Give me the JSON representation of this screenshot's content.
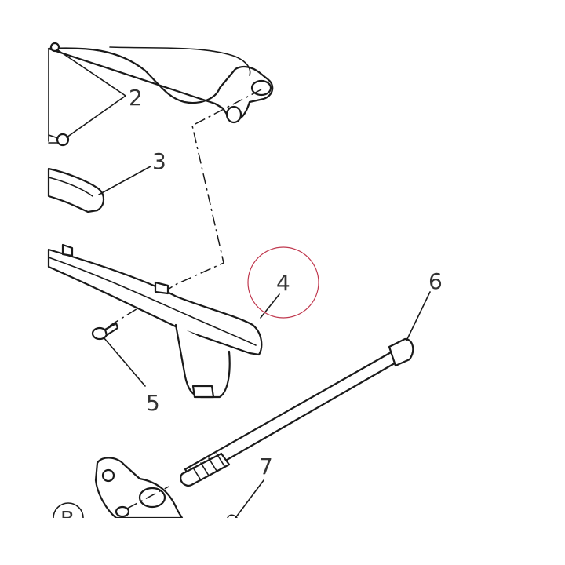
{
  "diagram": {
    "callouts": [
      "2",
      "3",
      "4",
      "5",
      "6",
      "7"
    ],
    "badge": "B",
    "highlight_color": "#c0394f",
    "line_color": "#1a1a1a"
  }
}
